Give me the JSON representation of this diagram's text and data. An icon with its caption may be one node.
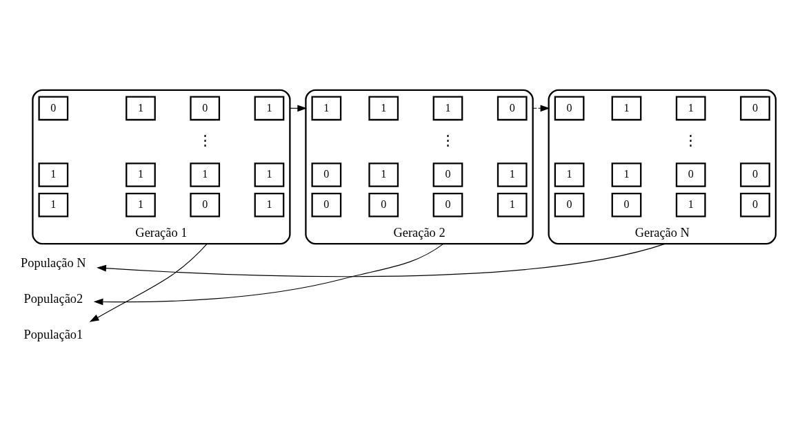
{
  "diagram": {
    "nodes": [
      {
        "text": [
          "População1"
        ]
      },
      {
        "text": [],
        "shape": "ellipse",
        "beside": [
          "Geração 1"
        ]
      },
      {
        "text": [
          "0"
        ],
        "in": 1
      },
      {
        "text": [
          "1"
        ],
        "in": 1
      },
      {
        "text": [
          "0"
        ],
        "in": 1
      },
      {
        "text": [
          "1"
        ],
        "in": 1
      },
      {
        "text": [
          "1"
        ],
        "in": 1
      },
      {
        "text": [
          "1"
        ],
        "in": 1
      },
      {
        "text": [
          "1"
        ],
        "in": 1
      },
      {
        "text": [
          "1"
        ],
        "in": 1
      },
      {
        "text": [
          "1"
        ],
        "in": 1
      },
      {
        "text": [
          "1"
        ],
        "in": 1
      },
      {
        "text": [
          "0"
        ],
        "in": 1
      },
      {
        "text": [
          "1"
        ],
        "in": 1
      },
      {
        "text": [
          "População2"
        ]
      },
      {
        "text": [],
        "shape": "ellipse",
        "beside": [
          "Geração 2"
        ]
      },
      {
        "text": [
          "1"
        ],
        "in": 15
      },
      {
        "text": [
          "1"
        ],
        "in": 15
      },
      {
        "text": [
          "1"
        ],
        "in": 15
      },
      {
        "text": [
          "0"
        ],
        "in": 15
      },
      {
        "text": [
          "0"
        ],
        "in": 15
      },
      {
        "text": [
          "1"
        ],
        "in": 15
      },
      {
        "text": [
          "0"
        ],
        "in": 15
      },
      {
        "text": [
          "1"
        ],
        "in": 15
      },
      {
        "text": [
          "0"
        ],
        "in": 15
      },
      {
        "text": [
          "0"
        ],
        "in": 15
      },
      {
        "text": [
          "0"
        ],
        "in": 15
      },
      {
        "text": [
          "1"
        ],
        "in": 15
      },
      {
        "text": [
          "População N"
        ]
      },
      {
        "text": [],
        "shape": "ellipse",
        "beside": [
          "Geração N"
        ]
      },
      {
        "text": [
          "0"
        ],
        "in": 29
      },
      {
        "text": [
          "1"
        ],
        "in": 29
      },
      {
        "text": [
          "1"
        ],
        "in": 29
      },
      {
        "text": [
          "0"
        ],
        "in": 29
      },
      {
        "text": [
          "1"
        ],
        "in": 29
      },
      {
        "text": [
          "1"
        ],
        "in": 29
      },
      {
        "text": [
          "0"
        ],
        "in": 29
      },
      {
        "text": [
          "0"
        ],
        "in": 29
      },
      {
        "text": [
          "0"
        ],
        "in": 29
      },
      {
        "text": [
          "0"
        ],
        "in": 29
      },
      {
        "text": [
          "1"
        ],
        "in": 29
      },
      {
        "text": [
          "0"
        ],
        "in": 29
      }
    ],
    "edges": [
      {
        "from": 1,
        "to": 0,
        "arrow": "to"
      },
      {
        "from": 1,
        "to": 15,
        "arrow": "to"
      },
      {
        "from": 15,
        "to": 14,
        "arrow": "to"
      },
      {
        "from": 15,
        "to": 29,
        "arrow": "to",
        "style": "dashed"
      },
      {
        "from": 29,
        "to": 28,
        "arrow": "to"
      }
    ],
    "labels": [
      "⋮",
      "⋮",
      "⋮"
    ]
  }
}
